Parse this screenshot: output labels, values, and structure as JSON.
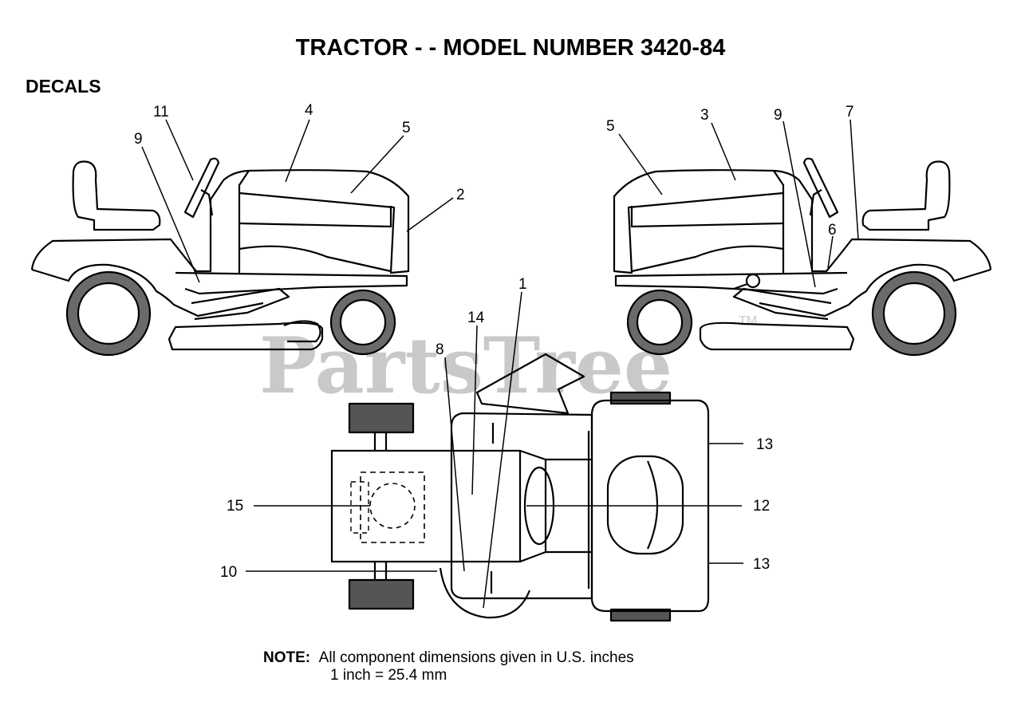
{
  "title": "TRACTOR - - MODEL NUMBER 3420-84",
  "section": "DECALS",
  "watermark": {
    "text": "PartsTree",
    "tm": "TM"
  },
  "note": {
    "label": "NOTE:",
    "line1": "All component dimensions given in U.S. inches",
    "line2": "1 inch = 25.4 mm"
  },
  "callouts": {
    "left": {
      "c11": "11",
      "c4": "4",
      "c5": "5",
      "c9": "9",
      "c2": "2"
    },
    "right": {
      "c5": "5",
      "c3": "3",
      "c9": "9",
      "c7": "7",
      "c6": "6"
    },
    "top": {
      "c1": "1",
      "c14": "14",
      "c8": "8",
      "c13a": "13",
      "c15": "15",
      "c12": "12",
      "c10": "10",
      "c13b": "13"
    }
  }
}
